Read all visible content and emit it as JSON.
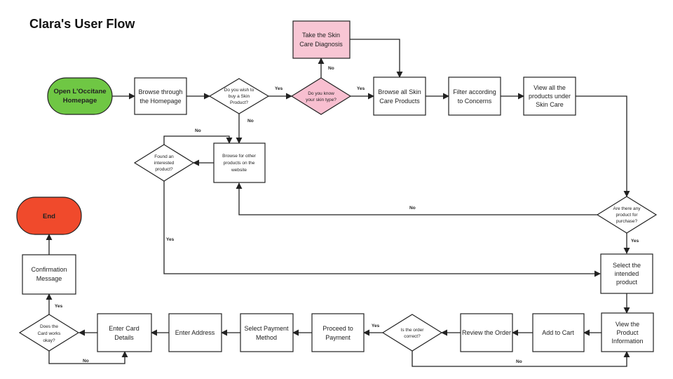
{
  "title": "Clara's User Flow",
  "colors": {
    "start": "#6fc744",
    "end": "#f04a2c",
    "decision_pink": "#f8bfd0",
    "box_pink": "#f8c6d4"
  },
  "nodes": {
    "open": [
      "Open L'Occitane",
      "Homepage"
    ],
    "browse_home": [
      "Browse through",
      "the Homepage"
    ],
    "wish_buy": [
      "Do you wish to",
      "buy a Skin",
      "Product?"
    ],
    "know_skin": [
      "Do you know",
      "your skin type?"
    ],
    "skin_diag": [
      "Take the Skin",
      "Care Diagnosis"
    ],
    "browse_skin": [
      "Browse all Skin",
      "Care Products"
    ],
    "filter": [
      "Filter according",
      "to Concerns"
    ],
    "view_all": [
      "View all the",
      "products under",
      "Skin Care"
    ],
    "browse_other": [
      "Browse for other",
      "products on the",
      "website"
    ],
    "found": [
      "Found an",
      "interested",
      "product?"
    ],
    "any_product": [
      "Are there any",
      "product for",
      "purchase?"
    ],
    "select": [
      "Select the",
      "intended",
      "product"
    ],
    "view_info": [
      "View the",
      "Product",
      "Information"
    ],
    "add_cart": [
      "Add to Cart"
    ],
    "review": [
      "Review the Order"
    ],
    "order_correct": [
      "Is the order",
      "correct?"
    ],
    "proceed": [
      "Proceed to",
      "Payment"
    ],
    "select_pay": [
      "Select Payment",
      "Method"
    ],
    "address": [
      "Enter Address"
    ],
    "card": [
      "Enter Card",
      "Details"
    ],
    "card_ok": [
      "Does the",
      "Card works",
      "okay?"
    ],
    "confirm": [
      "Confirmation",
      "Message"
    ],
    "end": [
      "End"
    ]
  },
  "edges": {
    "yes": "Yes",
    "no": "No"
  }
}
